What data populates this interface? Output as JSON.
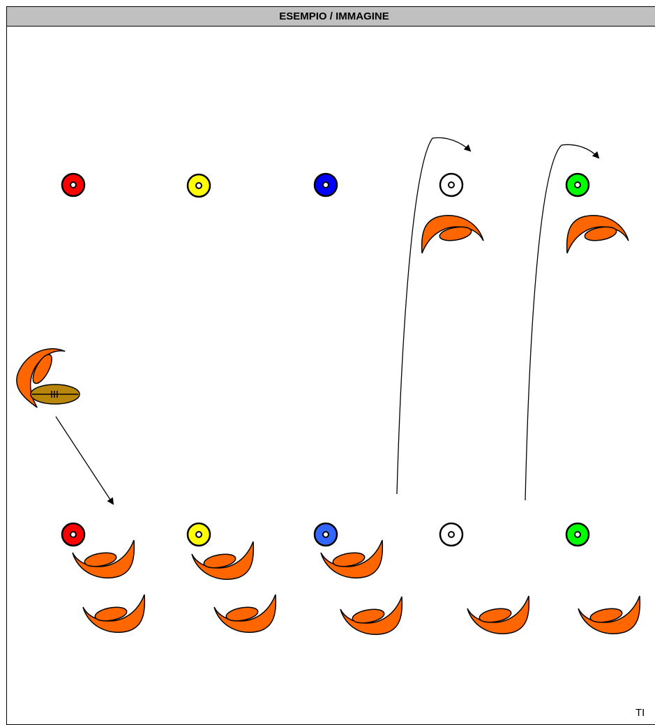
{
  "header": {
    "title": "ESEMPIO / IMMAGINE"
  },
  "footer": {
    "text": "TI"
  },
  "colors": {
    "red": "#ff0000",
    "yellow": "#ffff00",
    "blue_dark": "#0000ff",
    "blue_light": "#3366ff",
    "white": "#ffffff",
    "green": "#00ff00",
    "player": "#ff6600",
    "ball": "#b8860b"
  },
  "cones": {
    "top_row": [
      "red",
      "yellow",
      "blue_dark",
      "white",
      "green"
    ],
    "bottom_row": [
      "red",
      "yellow",
      "blue_light",
      "white",
      "green"
    ]
  },
  "icons": [
    "cone-icon",
    "player-icon",
    "rugby-ball-icon",
    "arrow-icon"
  ]
}
